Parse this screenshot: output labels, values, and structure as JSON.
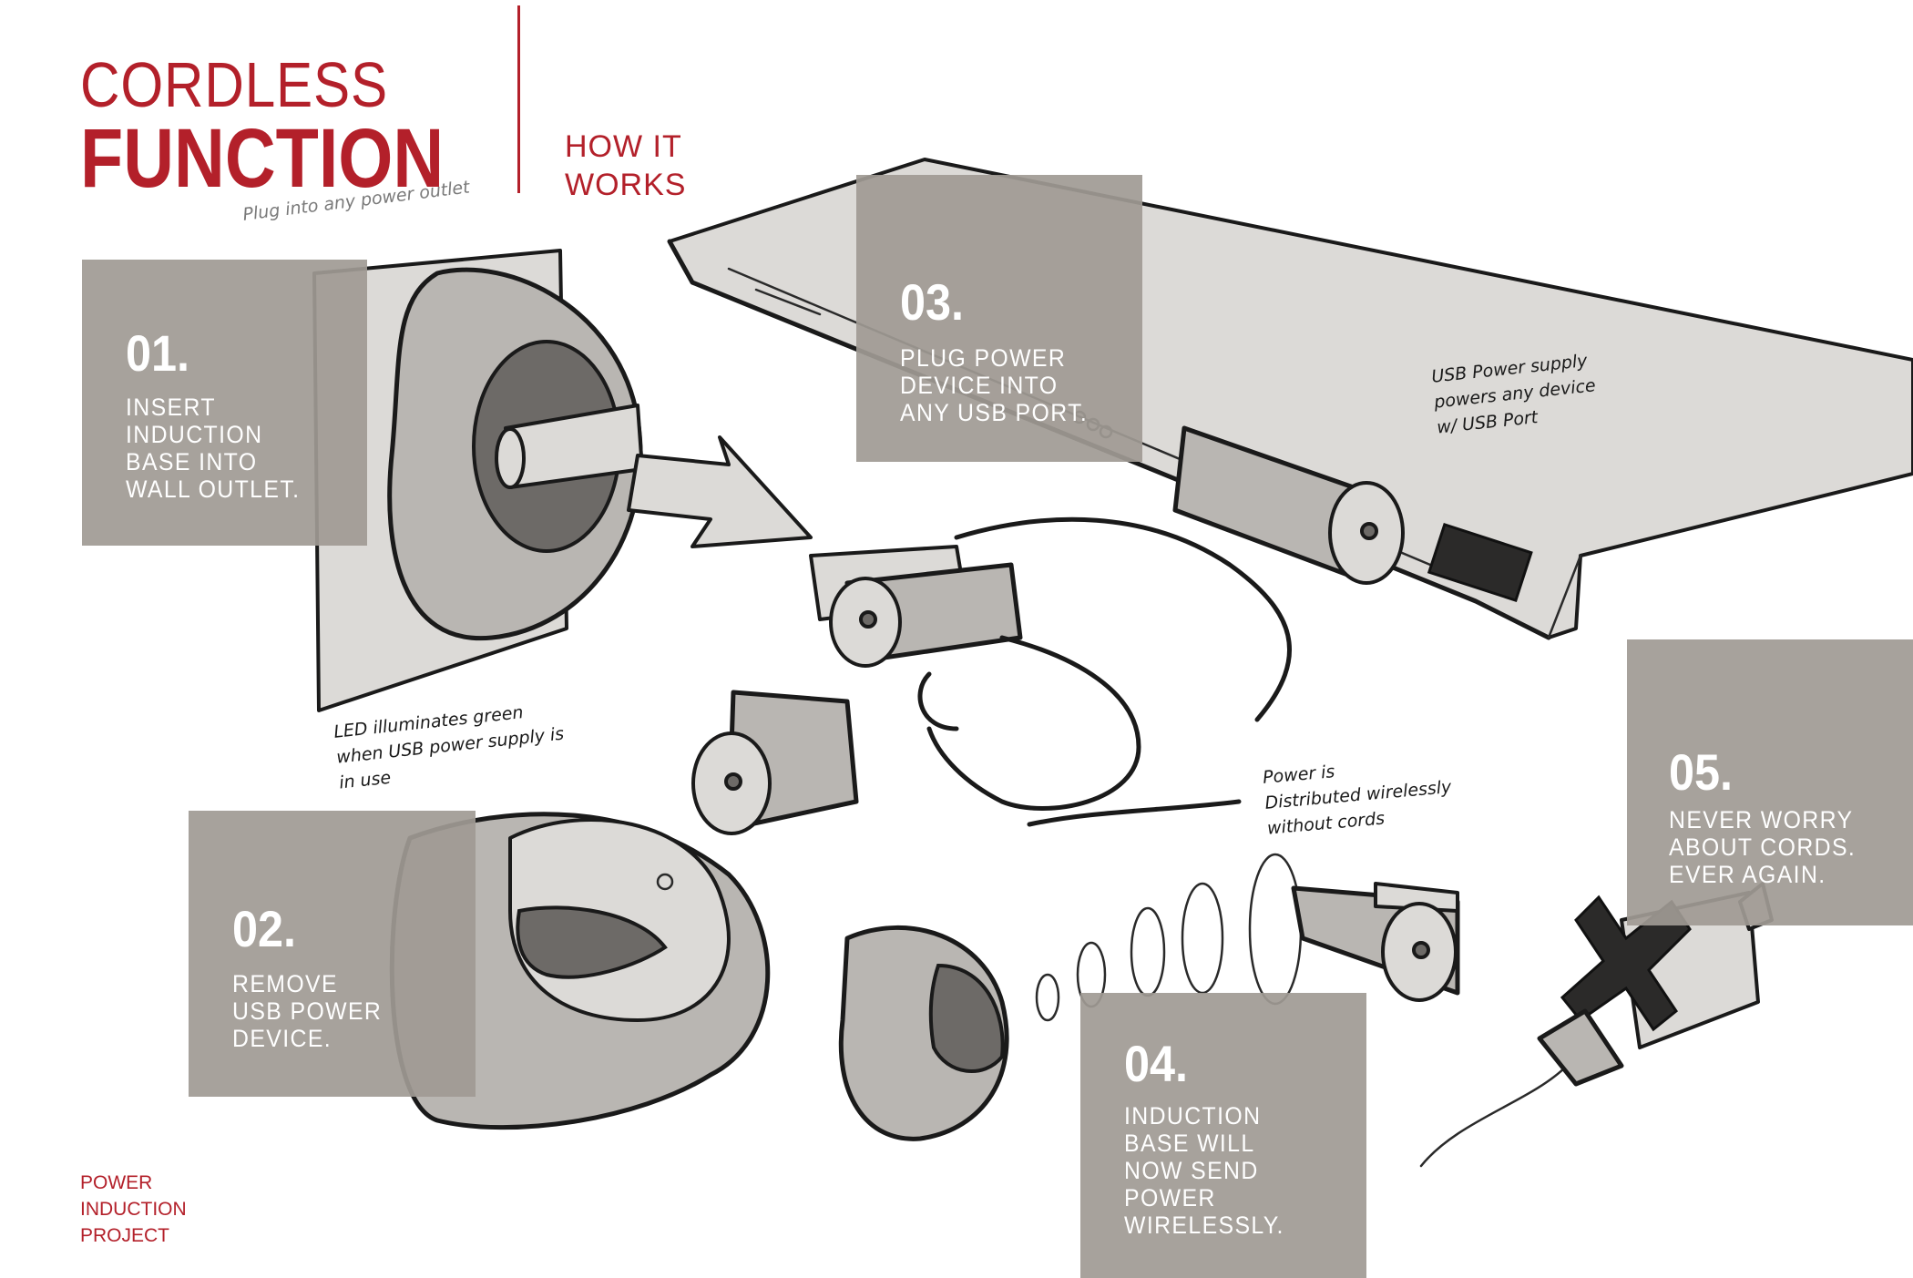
{
  "header": {
    "title_line1": "CORDLESS",
    "title_line2": "FUNCTION",
    "subtitle": "HOW IT\nWORKS"
  },
  "footer": {
    "project": "POWER\nINDUCTION\nPROJECT"
  },
  "steps": [
    {
      "number": "01.",
      "text": "INSERT\nINDUCTION\nBASE INTO\nWALL OUTLET."
    },
    {
      "number": "02.",
      "text": "REMOVE\nUSB POWER\nDEVICE."
    },
    {
      "number": "03.",
      "text": "PLUG POWER\nDEVICE INTO\nANY USB PORT."
    },
    {
      "number": "04.",
      "text": "INDUCTION\nBASE WILL\nNOW SEND\nPOWER\nWIRELESSLY."
    },
    {
      "number": "05.",
      "text": "NEVER WORRY\nABOUT CORDS.\nEVER AGAIN."
    }
  ],
  "annotations": {
    "outlet": "Plug into any power outlet",
    "usb": "USB Power supply\npowers any device\nw/ USB Port",
    "led": "LED illuminates green\nwhen USB power supply is\nin use",
    "wireless": "Power is\nDistributed wirelessly\nwithout cords"
  },
  "colors": {
    "accent": "#b3202a",
    "panel": "#a09a94",
    "panel_text": "#ffffff"
  }
}
